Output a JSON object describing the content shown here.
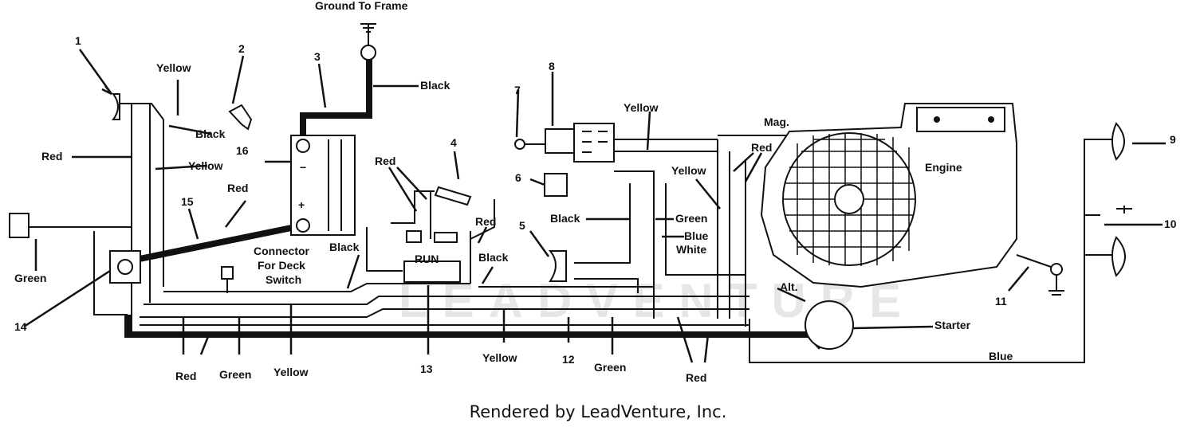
{
  "diagram": {
    "watermark": "LEADVENTURE",
    "labels": {
      "ground_to_frame": "Ground To Frame",
      "black_top": "Black",
      "yellow_tl": "Yellow",
      "black_l": "Black",
      "red_l": "Red",
      "yellow_l2": "Yellow",
      "red_15": "Red",
      "green_l": "Green",
      "connector": "Connector",
      "for_deck": "For Deck",
      "switch": "Switch",
      "black_mid": "Black",
      "red_mid": "Red",
      "red_4": "Red",
      "black_13": "Black",
      "red_bl": "Red",
      "green_bl": "Green",
      "yellow_bl": "Yellow",
      "yellow_b": "Yellow",
      "green_b": "Green",
      "red_br": "Red",
      "yellow_top": "Yellow",
      "black_6": "Black",
      "green_r": "Green",
      "blue_r": "Blue",
      "white_r": "White",
      "yellow_r": "Yellow",
      "mag": "Mag.",
      "red_r": "Red",
      "engine": "Engine",
      "alt": "Alt.",
      "starter": "Starter",
      "blue_b": "Blue"
    },
    "callouts": [
      "1",
      "2",
      "3",
      "4",
      "5",
      "6",
      "7",
      "8",
      "9",
      "10",
      "11",
      "12",
      "13",
      "14",
      "15",
      "16"
    ],
    "battery": {
      "minus": "−",
      "plus": "+"
    },
    "switch_text": "RUN"
  },
  "footer": "Rendered by LeadVenture, Inc."
}
